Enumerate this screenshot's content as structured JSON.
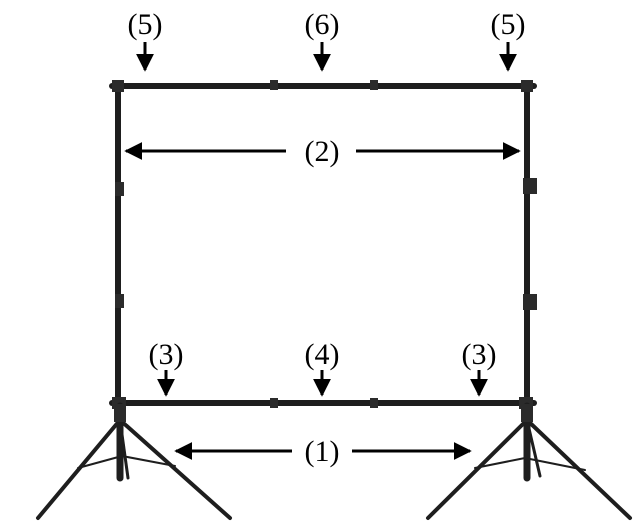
{
  "labels": {
    "top_left": "(5)",
    "top_center": "(6)",
    "top_right": "(5)",
    "width_inner": "(2)",
    "bottom_left": "(3)",
    "bottom_center": "(4)",
    "bottom_right": "(3)",
    "base_span": "(1)"
  },
  "colors": {
    "frame": "#1e1e1e",
    "text": "#000000",
    "background": "#ffffff"
  }
}
